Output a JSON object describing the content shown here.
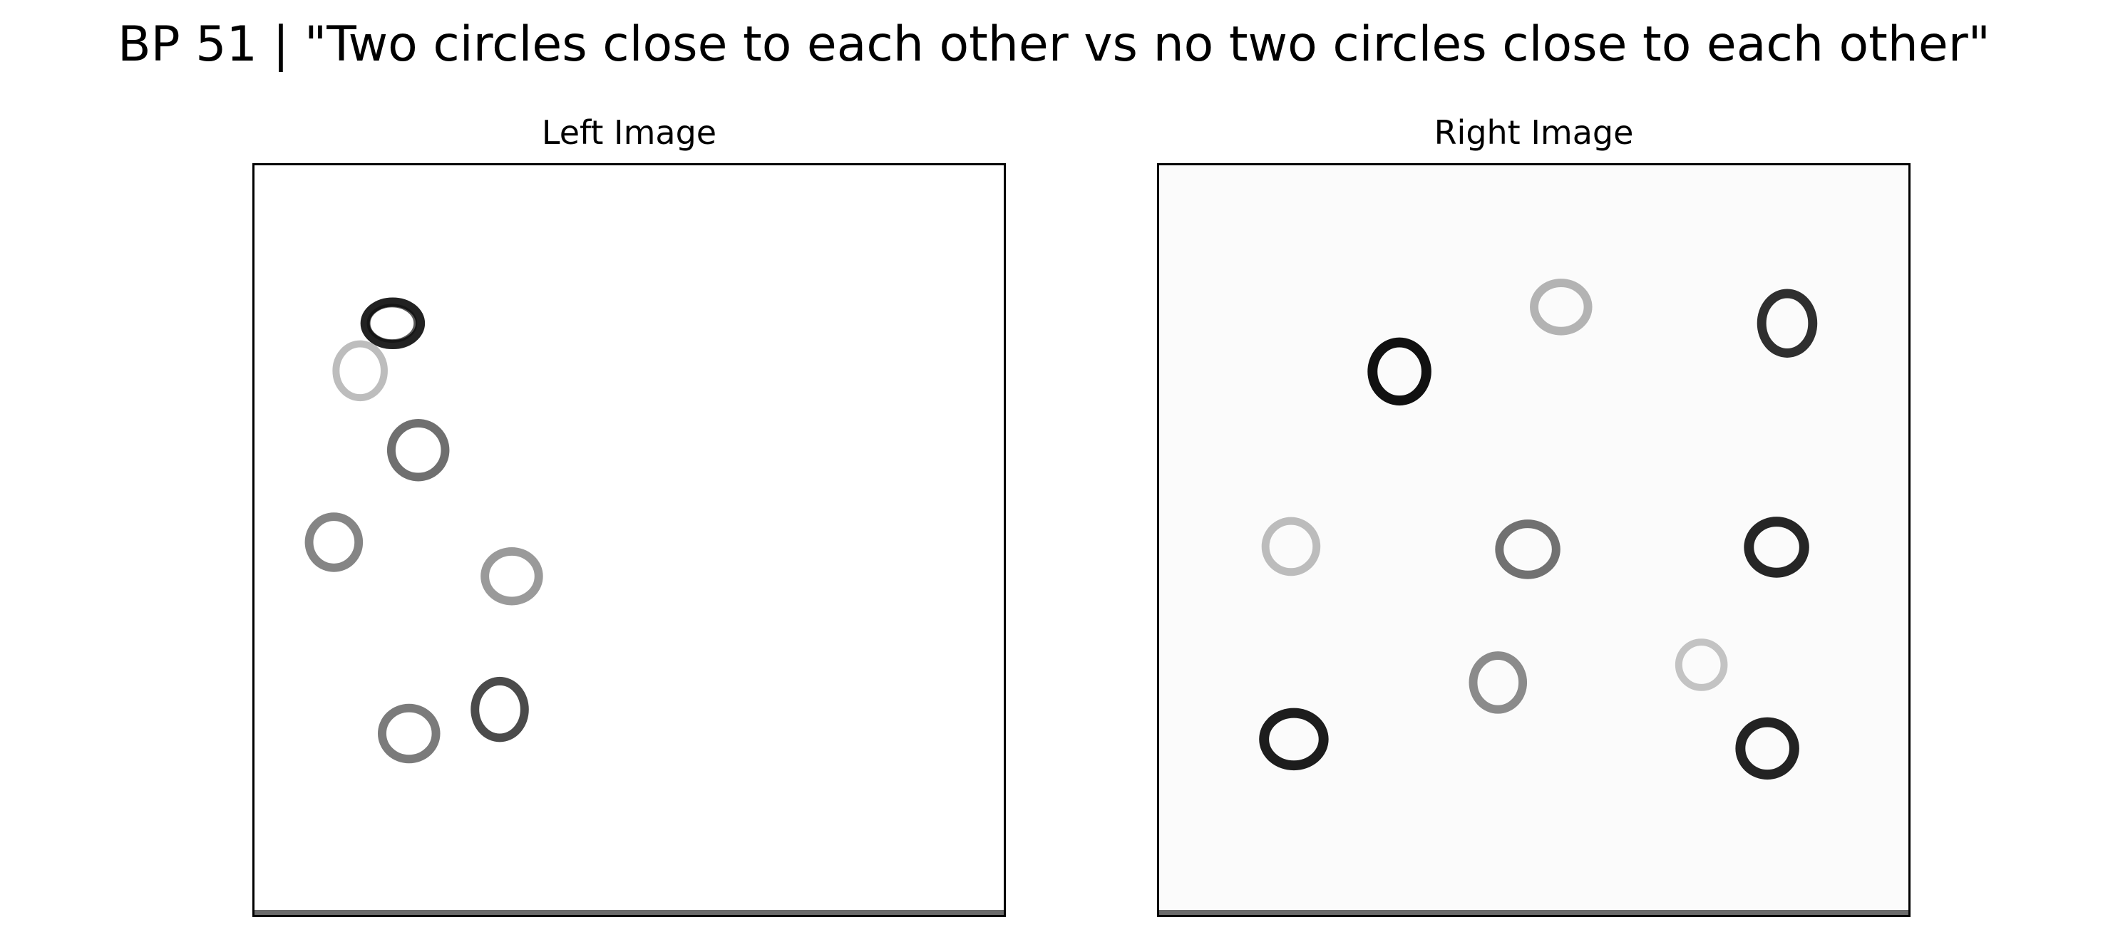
{
  "title": "BP 51 | \"Two circles close to each other vs no two circles close to each other\"",
  "panels": {
    "left": {
      "label": "Left Image",
      "background": "#ffffff",
      "circle_count": 7
    },
    "right": {
      "label": "Right Image",
      "background": "#fbfbfb",
      "circle_count": 10
    }
  },
  "colors": {
    "text": "#000000",
    "border": "#000000",
    "circle_dark": "#222222",
    "circle_mid": "#6f6f6f",
    "circle_light": "#bdbdbd"
  }
}
